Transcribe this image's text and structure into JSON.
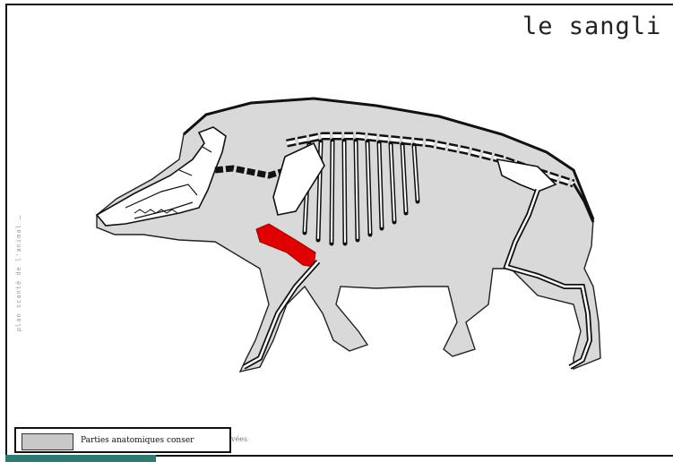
{
  "title": "le sangli",
  "side_note": "plan scanté de l'animal …",
  "legend": {
    "label": "Parties anatomiques conser",
    "label_tail": "vées",
    "swatch_color": "#c8c8c8"
  },
  "highlight_color": "#e00000",
  "silhouette_color": "#d9d9d9"
}
